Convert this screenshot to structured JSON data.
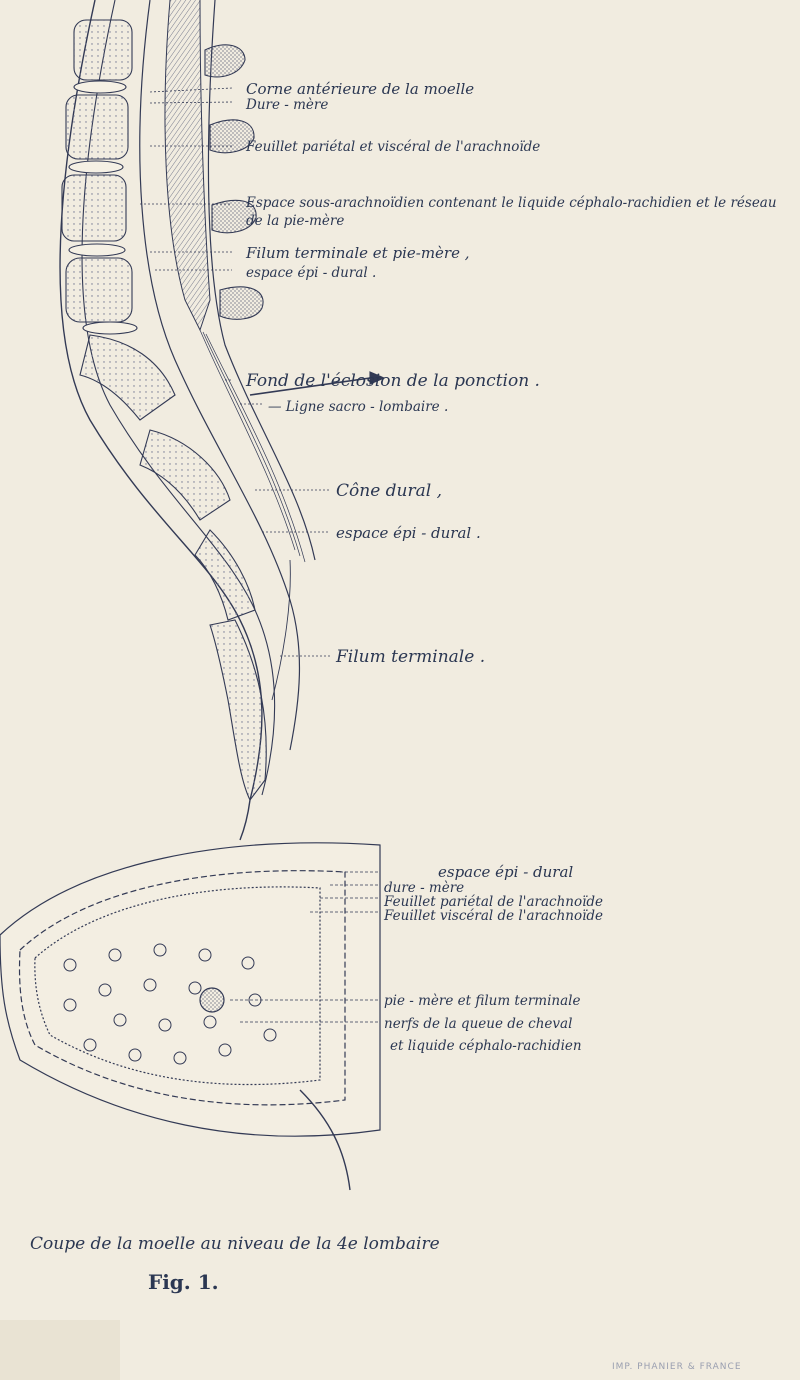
{
  "figure": {
    "label": "Fig. 1.",
    "caption": "Coupe de la moelle au niveau de la 4e lombaire",
    "printer_mark": "IMP. PHANIER & FRANCE"
  },
  "upper_labels": [
    "Corne antérieure de la moelle",
    "Dure - mère",
    "Feuillet pariétal et viscéral de l'arachnoïde",
    "Espace sous-arachnoïdien contenant le liquide céphalo-rachidien et le réseau de la pie-mère",
    "Filum terminale et pie-mère ,",
    "espace épi - dural .",
    "Fond de l'éclosion de la ponction .",
    "— Ligne sacro - lombaire .",
    "Cône dural ,",
    "espace épi - dural .",
    "Filum terminale ."
  ],
  "section_labels": [
    "espace épi - dural",
    "dure - mère",
    "Feuillet pariétal de l'arachnoïde",
    "Feuillet viscéral de l'arachnoïde",
    "pie - mère et filum terminale",
    "nerfs de la queue de cheval",
    "et liquide céphalo-rachidien"
  ]
}
